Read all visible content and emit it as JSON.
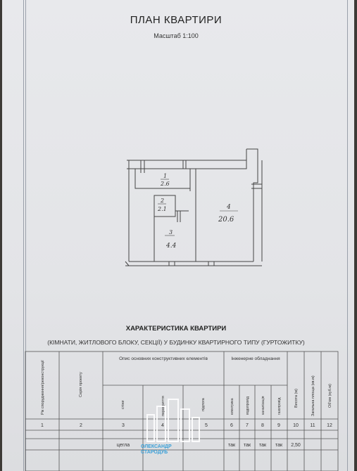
{
  "document": {
    "title": "ПЛАН КВАРТИРИ",
    "scale": "Масштаб 1:100"
  },
  "plan": {
    "rooms": [
      {
        "number": "1",
        "area": "2.6"
      },
      {
        "number": "2",
        "area": "2.1"
      },
      {
        "number": "3",
        "area": "4.4"
      },
      {
        "number": "4",
        "area": "20.6"
      }
    ]
  },
  "characteristics": {
    "title": "ХАРАКТЕРИСТИКА КВАРТИРИ",
    "subtitle": "(КІМНАТИ, ЖИТЛОВОГО БЛОКУ, СЕКЦІЇ) У БУДИНКУ КВАРТИРНОГО ТИПУ (ГУРТОЖИТКУ)",
    "headers": {
      "col1": "Рік спорудження/реконструкції",
      "col2": "Серія проекту",
      "group_structural": "Опис основних конструктивних елементів",
      "walls": "стіни",
      "partitions": "перекриття",
      "floor": "підлога",
      "group_engineering": "Інженерне обладнання",
      "electricity": "електрика",
      "water": "водопровід",
      "sewer": "каналізація",
      "gas": "газопровід",
      "height": "Висота (м)",
      "total_area": "Загальна площа (кв.м)",
      "volume": "Об'єм (куб.м)"
    },
    "column_numbers": [
      "1",
      "2",
      "3",
      "4",
      "5",
      "6",
      "7",
      "8",
      "9",
      "10",
      "11",
      "12"
    ],
    "row": {
      "walls": "цегла",
      "electricity": "так",
      "water": "так",
      "sewer": "так",
      "gas": "так",
      "height": "2,50"
    }
  },
  "watermark": {
    "line1": "ОЛЕКСАНДР",
    "line2": "СТАРОДУБ"
  },
  "colors": {
    "paper": "#e4e5e8",
    "background": "#3d3a36",
    "ink": "#333333",
    "watermark": "#3aa0d8"
  }
}
